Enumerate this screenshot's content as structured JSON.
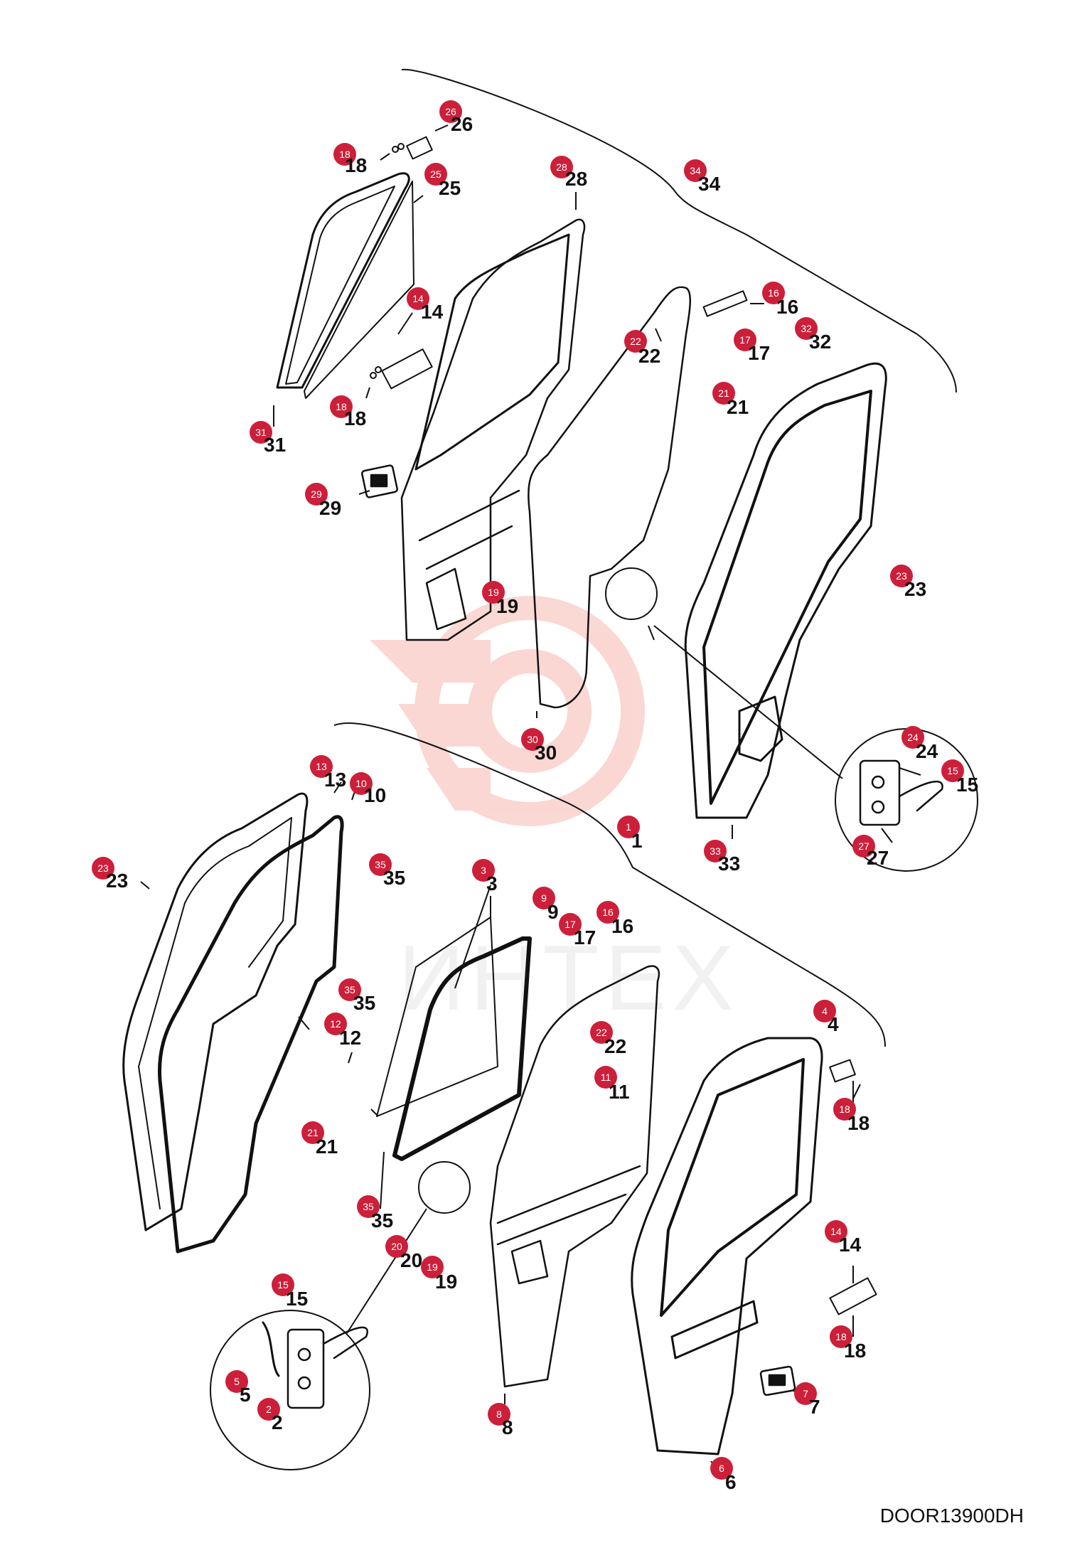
{
  "drawing": {
    "code": "DOOR13900DH",
    "watermark_text": "ИНТЕХ"
  },
  "callouts": [
    {
      "id": "c26",
      "num": "26"
    },
    {
      "id": "c18a",
      "num": "18"
    },
    {
      "id": "c25",
      "num": "25"
    },
    {
      "id": "c28",
      "num": "28"
    },
    {
      "id": "c34",
      "num": "34"
    },
    {
      "id": "c16a",
      "num": "16"
    },
    {
      "id": "c32",
      "num": "32"
    },
    {
      "id": "c22a",
      "num": "22"
    },
    {
      "id": "c17a",
      "num": "17"
    },
    {
      "id": "c14a",
      "num": "14"
    },
    {
      "id": "c21a",
      "num": "21"
    },
    {
      "id": "c18b",
      "num": "18"
    },
    {
      "id": "c31",
      "num": "31"
    },
    {
      "id": "c29",
      "num": "29"
    },
    {
      "id": "c19a",
      "num": "19"
    },
    {
      "id": "c23a",
      "num": "23"
    },
    {
      "id": "c30",
      "num": "30"
    },
    {
      "id": "c24",
      "num": "24"
    },
    {
      "id": "c15a",
      "num": "15"
    },
    {
      "id": "c27",
      "num": "27"
    },
    {
      "id": "c33",
      "num": "33"
    },
    {
      "id": "c13",
      "num": "13"
    },
    {
      "id": "c10",
      "num": "10"
    },
    {
      "id": "c1",
      "num": "1"
    },
    {
      "id": "c23b",
      "num": "23"
    },
    {
      "id": "c35a",
      "num": "35"
    },
    {
      "id": "c3",
      "num": "3"
    },
    {
      "id": "c9",
      "num": "9"
    },
    {
      "id": "c17b",
      "num": "17"
    },
    {
      "id": "c16b",
      "num": "16"
    },
    {
      "id": "c35b",
      "num": "35"
    },
    {
      "id": "c12",
      "num": "12"
    },
    {
      "id": "c22b",
      "num": "22"
    },
    {
      "id": "c4",
      "num": "4"
    },
    {
      "id": "c11",
      "num": "11"
    },
    {
      "id": "c21b",
      "num": "21"
    },
    {
      "id": "c18c",
      "num": "18"
    },
    {
      "id": "c35c",
      "num": "35"
    },
    {
      "id": "c20",
      "num": "20"
    },
    {
      "id": "c19b",
      "num": "19"
    },
    {
      "id": "c14b",
      "num": "14"
    },
    {
      "id": "c15b",
      "num": "15"
    },
    {
      "id": "c5",
      "num": "5"
    },
    {
      "id": "c2",
      "num": "2"
    },
    {
      "id": "c18d",
      "num": "18"
    },
    {
      "id": "c8",
      "num": "8"
    },
    {
      "id": "c7",
      "num": "7"
    },
    {
      "id": "c6",
      "num": "6"
    }
  ],
  "colors": {
    "badge": "#cc1f3a",
    "line": "#111111",
    "watermark": "#f6b8b0"
  }
}
